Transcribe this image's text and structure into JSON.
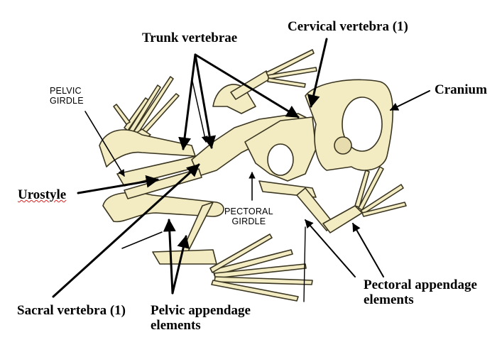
{
  "labels": {
    "trunk_vertebrae": "Trunk vertebrae",
    "cervical_vertebra": "Cervical vertebra (1)",
    "cranium": "Cranium",
    "pelvic_girdle_line1": "PELVIC",
    "pelvic_girdle_line2": "GIRDLE",
    "urostyle": "Urostyle",
    "pectoral_girdle_line1": "PECTORAL",
    "pectoral_girdle_line2": "GIRDLE",
    "sacral_vertebra": "Sacral vertebra (1)",
    "pelvic_appendage_line1": "Pelvic appendage",
    "pelvic_appendage_line2": "elements",
    "pectoral_appendage_line1": "Pectoral appendage",
    "pectoral_appendage_line2": "elements"
  },
  "colors": {
    "bone_fill": "#f3ebc2",
    "bone_outline": "#3a3520",
    "arrow": "#000000",
    "spellcheck_underline": "#dd2222"
  }
}
